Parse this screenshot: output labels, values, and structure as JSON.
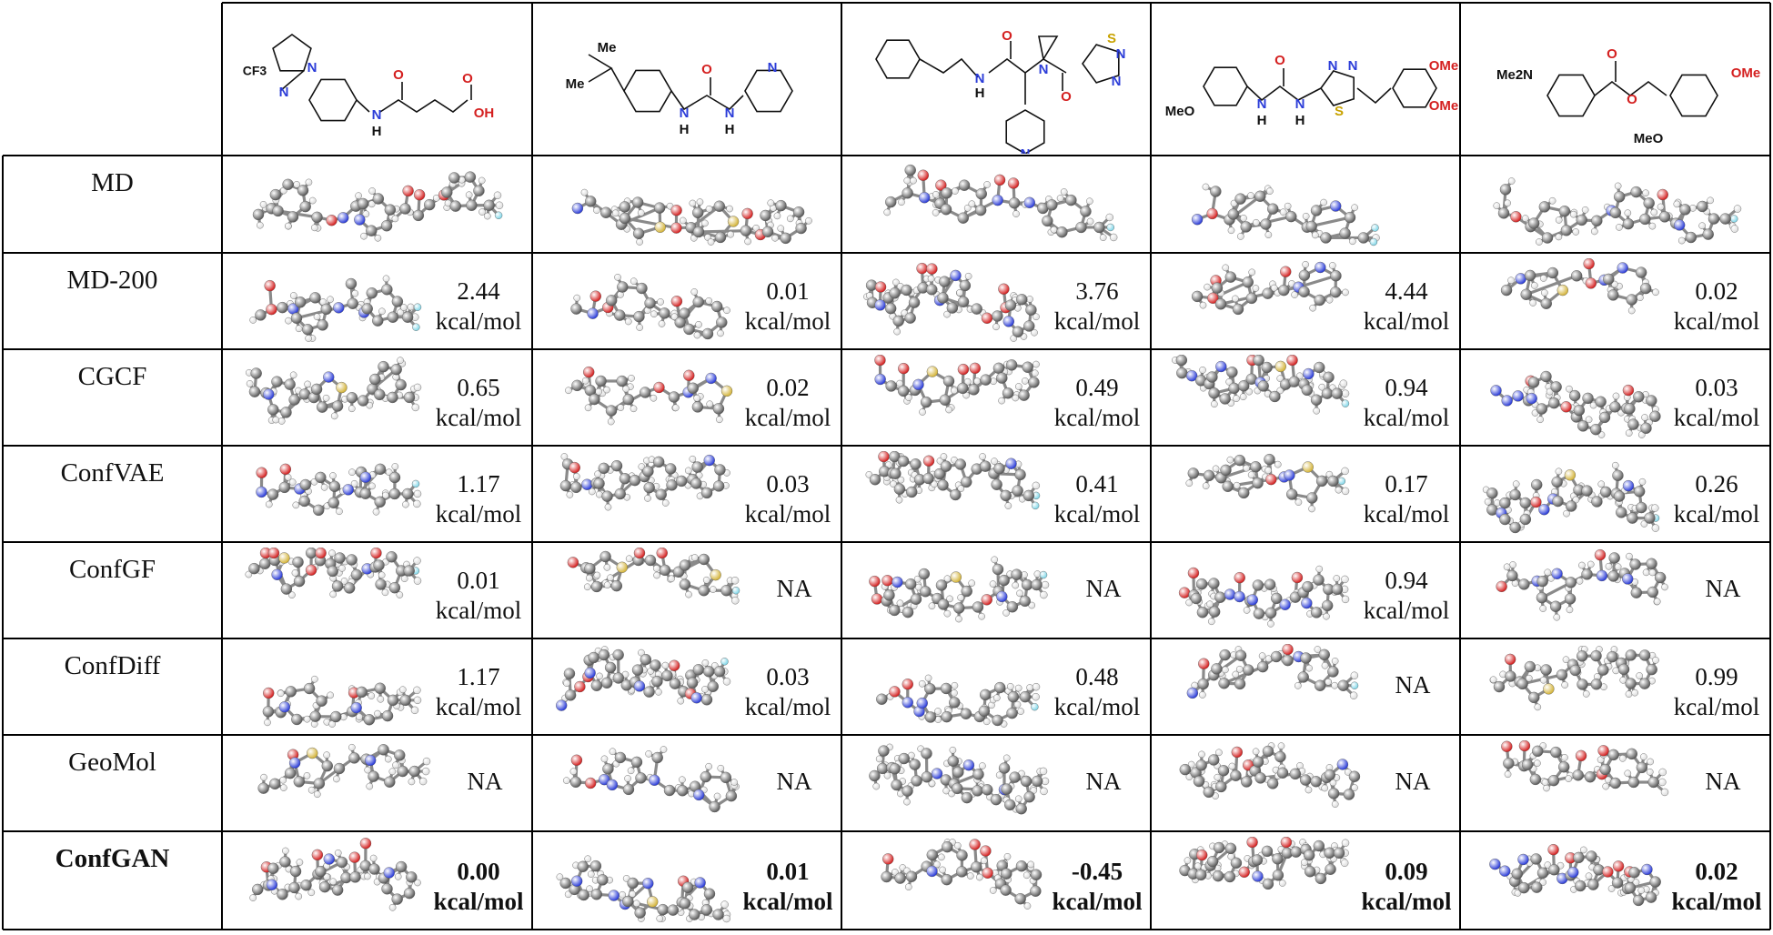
{
  "table": {
    "header_substituents": [
      {
        "cf3": "CF3",
        "n1": "N",
        "n2": "N",
        "nh": "N",
        "h": "H",
        "o1": "O",
        "o2": "O",
        "oh": "OH"
      },
      {
        "me1": "Me",
        "me2": "Me",
        "o": "O",
        "n": "N",
        "nh1": "N",
        "nh2": "N",
        "h1": "H",
        "h2": "H"
      },
      {
        "o1": "O",
        "o2": "O",
        "nh": "N",
        "h": "H",
        "n": "N",
        "s": "S",
        "n2": "N",
        "n3": "N",
        "n4": "N"
      },
      {
        "meo": "MeO",
        "ome1": "OMe",
        "ome2": "OMe",
        "o": "O",
        "nh1": "N",
        "nh2": "N",
        "h1": "H",
        "h2": "H",
        "n1": "N",
        "n2": "N",
        "s": "S"
      },
      {
        "me2n": "Me2N",
        "o1": "O",
        "o2": "O",
        "meo": "MeO",
        "ome": "OMe"
      }
    ],
    "rows": [
      {
        "method": "MD",
        "bold": false,
        "energies": [
          null,
          null,
          null,
          null,
          null
        ]
      },
      {
        "method": "MD-200",
        "bold": false,
        "energies": [
          {
            "value": "2.44",
            "unit": "kcal/mol"
          },
          {
            "value": "0.01",
            "unit": "kcal/mol"
          },
          {
            "value": "3.76",
            "unit": "kcal/mol"
          },
          {
            "value": "4.44",
            "unit": "kcal/mol"
          },
          {
            "value": "0.02",
            "unit": "kcal/mol"
          }
        ]
      },
      {
        "method": "CGCF",
        "bold": false,
        "energies": [
          {
            "value": "0.65",
            "unit": "kcal/mol"
          },
          {
            "value": "0.02",
            "unit": "kcal/mol"
          },
          {
            "value": "0.49",
            "unit": "kcal/mol"
          },
          {
            "value": "0.94",
            "unit": "kcal/mol"
          },
          {
            "value": "0.03",
            "unit": "kcal/mol"
          }
        ]
      },
      {
        "method": "ConfVAE",
        "bold": false,
        "energies": [
          {
            "value": "1.17",
            "unit": "kcal/mol"
          },
          {
            "value": "0.03",
            "unit": "kcal/mol"
          },
          {
            "value": "0.41",
            "unit": "kcal/mol"
          },
          {
            "value": "0.17",
            "unit": "kcal/mol"
          },
          {
            "value": "0.26",
            "unit": "kcal/mol"
          }
        ]
      },
      {
        "method": "ConfGF",
        "bold": false,
        "energies": [
          {
            "value": "0.01",
            "unit": "kcal/mol"
          },
          {
            "value": "NA",
            "unit": ""
          },
          {
            "value": "NA",
            "unit": ""
          },
          {
            "value": "0.94",
            "unit": "kcal/mol"
          },
          {
            "value": "NA",
            "unit": ""
          }
        ]
      },
      {
        "method": "ConfDiff",
        "bold": false,
        "energies": [
          {
            "value": "1.17",
            "unit": "kcal/mol"
          },
          {
            "value": "0.03",
            "unit": "kcal/mol"
          },
          {
            "value": "0.48",
            "unit": "kcal/mol"
          },
          {
            "value": "NA",
            "unit": ""
          },
          {
            "value": "0.99",
            "unit": "kcal/mol"
          }
        ]
      },
      {
        "method": "GeoMol",
        "bold": false,
        "energies": [
          {
            "value": "NA",
            "unit": ""
          },
          {
            "value": "NA",
            "unit": ""
          },
          {
            "value": "NA",
            "unit": ""
          },
          {
            "value": "NA",
            "unit": ""
          },
          {
            "value": "NA",
            "unit": ""
          }
        ]
      },
      {
        "method": "ConfGAN",
        "bold": true,
        "energies": [
          {
            "value": "0.00",
            "unit": "kcal/mol"
          },
          {
            "value": "0.01",
            "unit": "kcal/mol"
          },
          {
            "value": "-0.45",
            "unit": "kcal/mol"
          },
          {
            "value": "0.09",
            "unit": "kcal/mol"
          },
          {
            "value": "0.02",
            "unit": "kcal/mol"
          }
        ]
      }
    ]
  },
  "colors": {
    "carbon": "#5b5b5b",
    "hydrogen": "#dcdcdc",
    "oxygen": "#d42020",
    "nitrogen": "#2b3cd8",
    "sulfur": "#d4b43a",
    "fluorine": "#7fd6e8",
    "border": "#000000"
  }
}
